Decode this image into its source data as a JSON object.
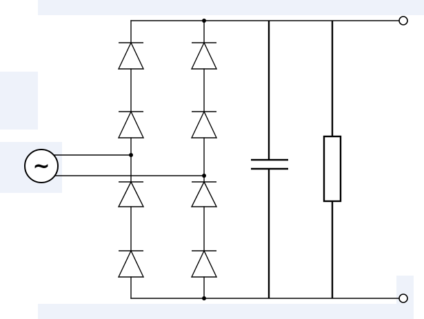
{
  "diagram": {
    "type": "bridge-rectifier-circuit",
    "source_symbol": "~",
    "colors": {
      "line": "#000000",
      "panel": "#eef2fa",
      "background": "#ffffff"
    },
    "components": {
      "ac_source": 1,
      "diodes": 8,
      "capacitor": 1,
      "resistor": 1,
      "output_terminals": 2
    }
  }
}
